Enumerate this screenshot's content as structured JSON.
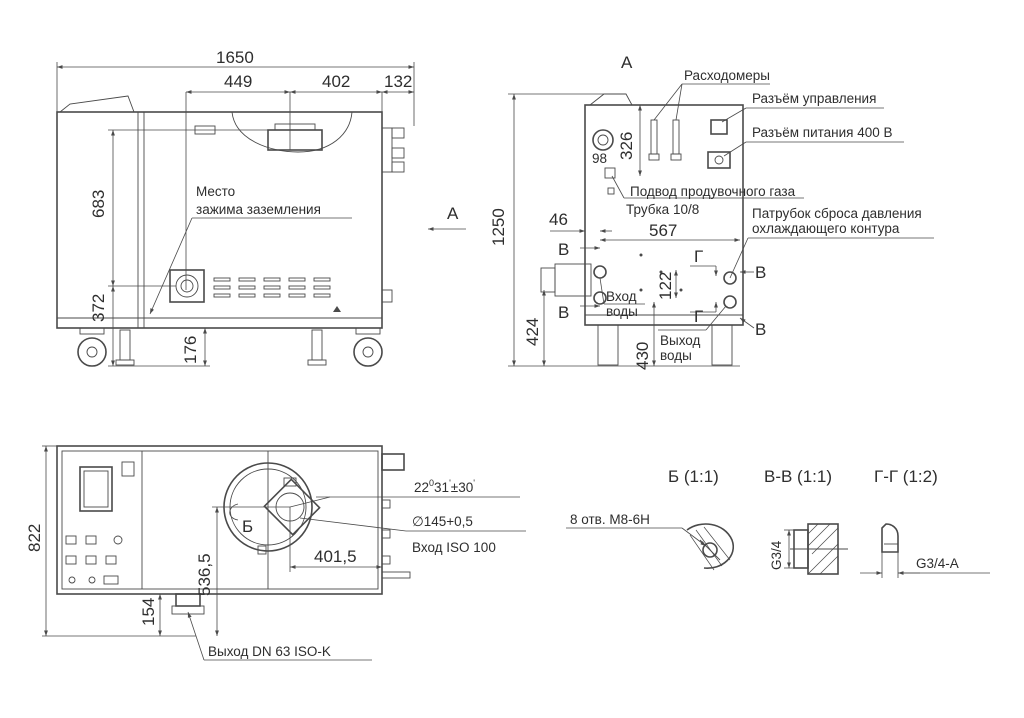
{
  "dimensions": {
    "total_length": "1650",
    "inlet_offset": "449",
    "top_span_402": "402",
    "rear_overhang": "132",
    "inlet_height": "683",
    "ground_height": "372",
    "frame_height": "176",
    "overall_height": "1250",
    "flow_meter_height": "326",
    "small_98": "98",
    "side_46": "46",
    "width_567": "567",
    "gap_122": "122",
    "water_in_height": "424",
    "water_out_height": "430",
    "total_width": "822",
    "inlet_y": "536,5",
    "inlet_x": "401,5",
    "bottom_offset": "154"
  },
  "labels": {
    "view_arrow_A": "А",
    "view_title_A": "А",
    "ground_clamp_line1": "Место",
    "ground_clamp_line2": "зажима заземления",
    "flowmeters": "Расходомеры",
    "control_connector": "Разъём управления",
    "power_connector": "Разъём питания 400 В",
    "purge_gas_inlet": "Подвод продувочного газа",
    "tube_size": "Трубка 10/8",
    "relief_line1": "Патрубок сброса давления",
    "relief_line2": "охлаждающего контура",
    "water_in_line1": "Вход",
    "water_in_line2": "воды",
    "water_out_line1": "Выход",
    "water_out_line2": "воды",
    "section_V": "В",
    "section_G": "Г",
    "angle_part1": "22",
    "angle_sup1": "0",
    "angle_part2": "31",
    "angle_sup2": "'",
    "angle_tol": "±30",
    "angle_sup3": "'",
    "diameter": "∅145+0,5",
    "inlet_iso": "Вход ISO 100",
    "outlet_dn": "Выход DN 63 ISO-K",
    "section_B": "Б",
    "detail_B": "Б (1:1)",
    "detail_VV": "В-В (1:1)",
    "detail_GG": "Г-Г (1:2)",
    "holes": "8 отв. М8-6Н",
    "thread_g34": "G3/4",
    "thread_g34a": "G3/4-A"
  }
}
